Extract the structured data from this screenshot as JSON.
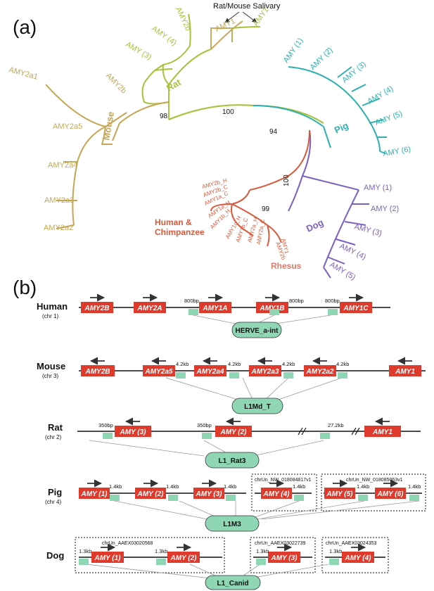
{
  "panels": {
    "a": "(a)",
    "b": "(b)"
  },
  "colors": {
    "rat": "#a6c33c",
    "mouse": "#c4a653",
    "salivary": "#c8aa62",
    "pig": "#2fb0b0",
    "dog": "#7a60c2",
    "primate": "#d85a3a",
    "rhesus": "#e07a6a",
    "gene_box": "#e03a2c",
    "element_box": "#8fd6b5"
  },
  "tree": {
    "salivary_label": "Rat/Mouse Salivary",
    "salivary_leaves": [
      "AMY1",
      "AMY1"
    ],
    "rat": {
      "clade": "Rat",
      "leaves": [
        "AMY2b",
        "AMY (4)",
        "AMY (3)"
      ]
    },
    "mouse": {
      "clade": "Mouse",
      "leaves": [
        "AMY2a1",
        "AMY2b",
        "AMY2a5",
        "AMY2a4",
        "AMY2a3",
        "AMY2a2"
      ]
    },
    "pig": {
      "clade": "Pig",
      "leaves": [
        "AMY (1)",
        "AMY (2)",
        "AMY (3)",
        "AMY (4)",
        "AMY (5)",
        "AMY (6)"
      ]
    },
    "dog": {
      "clade": "Dog",
      "leaves": [
        "AMY (1)",
        "AMY (2)",
        "AMY (3)",
        "AMY (4)",
        "AMY (5)"
      ]
    },
    "human": {
      "clade": "Human &",
      "clade2": "Chimpanzee",
      "leaves": [
        "AMY2b_H",
        "AMY2b_C",
        "AMY1a_C",
        "AMY1a_H",
        "AMY1b_H",
        "AMY1c_H",
        "AMY1b_C"
      ]
    },
    "rhesus": {
      "clade": "Rhesus",
      "leaves": [
        "AMY2a_H",
        "AMY2a_C",
        "AMY1",
        "AMY2b"
      ]
    },
    "bootstrap": [
      "98",
      "100",
      "94",
      "100",
      "99"
    ]
  },
  "loci": {
    "human": {
      "name": "Human",
      "chr": "(chr 1)",
      "genes": [
        "AMY2B",
        "AMY2A",
        "AMY1A",
        "AMY1B",
        "AMY1C"
      ],
      "distances": [
        "800bp",
        "800bp",
        "800bp"
      ],
      "element": "HERVE_a-int"
    },
    "mouse": {
      "name": "Mouse",
      "chr": "(chr 3)",
      "genes": [
        "AMY2B",
        "AMY2a5",
        "AMY2a4",
        "AMY2a3",
        "AMY2a2",
        "AMY1"
      ],
      "distances": [
        "4.2kb",
        "4.2kb",
        "4.2kb",
        "4.2kb"
      ],
      "element": "L1Md_T"
    },
    "rat": {
      "name": "Rat",
      "chr": "(chr 2)",
      "genes": [
        "AMY (3)",
        "AMY (2)",
        "AMY1"
      ],
      "distances": [
        "350bp",
        "350bp",
        "27.2kb"
      ],
      "element": "L1_Rat3"
    },
    "pig": {
      "name": "Pig",
      "chr": "(chr 4)",
      "genes": [
        "AMY (1)",
        "AMY (2)",
        "AMY (3)",
        "AMY (4)",
        "AMY (5)",
        "AMY (6)"
      ],
      "distances": [
        "1.4kb",
        "1.4kb",
        "1.4kb",
        "1.4kb",
        "1.4kb",
        "1.4kb"
      ],
      "contigs": [
        "chrUn_NW_018084817v1",
        "chrUn_NW_018085063v1"
      ],
      "element": "L1M3"
    },
    "dog": {
      "name": "Dog",
      "genes": [
        "AMY (1)",
        "AMY (2)",
        "AMY (3)",
        "AMY (4)"
      ],
      "distances": [
        "1.3kb",
        "1.3kb",
        "1.3kb",
        "1.3kb"
      ],
      "contigs": [
        "chrUn_AAEX03020568",
        "chrUn_AAEX03022739",
        "chrUn_AAEX03024353"
      ],
      "element": "L1_Canid"
    }
  }
}
